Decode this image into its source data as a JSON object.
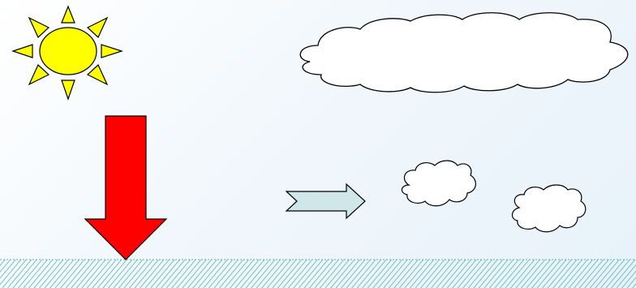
{
  "diagram": {
    "elements": [
      {
        "name": "sun-icon",
        "fill": "#ffff00"
      },
      {
        "name": "large-cloud",
        "fill": "#ffffff"
      },
      {
        "name": "down-arrow",
        "fill": "#ff0000"
      },
      {
        "name": "right-arrow",
        "fill": "#cfe7e8"
      },
      {
        "name": "small-cloud-left",
        "fill": "#ffffff"
      },
      {
        "name": "small-cloud-right",
        "fill": "#ffffff"
      },
      {
        "name": "sea-surface-band",
        "fill": "#56b4b7"
      }
    ],
    "colors": {
      "background": "#eef6fc",
      "outline": "#000000",
      "sun": "#ffff00",
      "sun_rays": "#ffff00",
      "down_arrow": "#ff0000",
      "right_arrow": "#cfe7e8",
      "sea_hatch": "#56b4b7"
    }
  }
}
